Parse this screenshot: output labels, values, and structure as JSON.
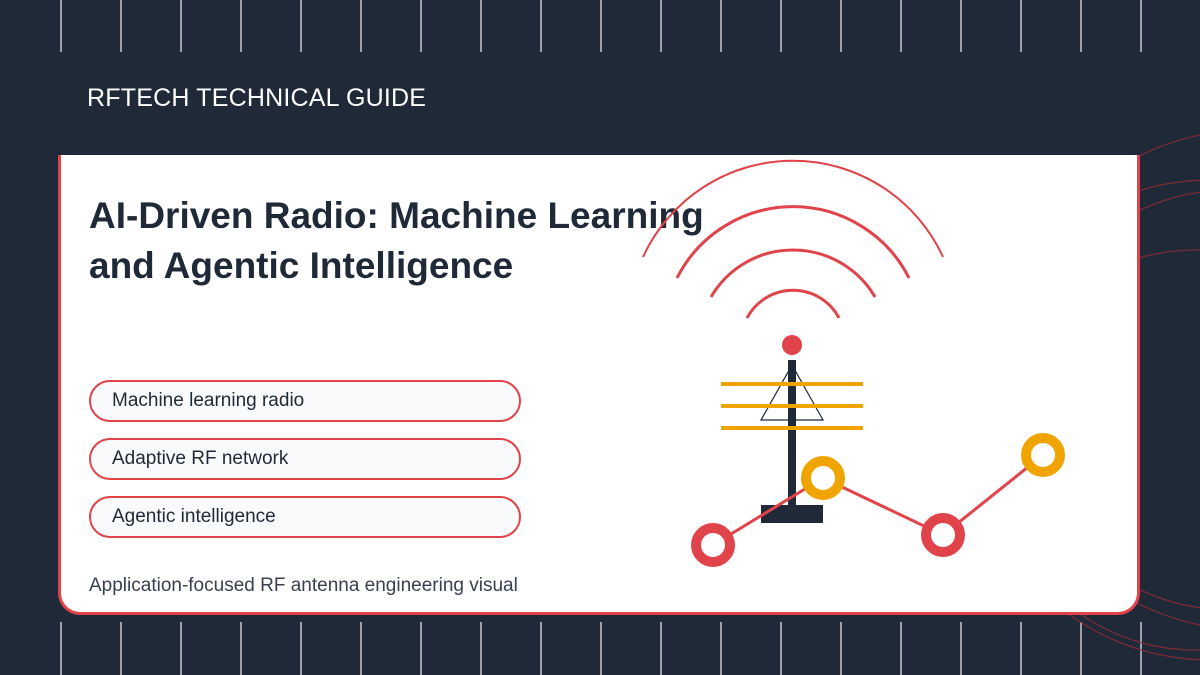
{
  "header": {
    "eyebrow": "RFTECH TECHNICAL GUIDE"
  },
  "hero": {
    "title_line1": "AI-Driven Radio: Machine Learning",
    "title_line2": "and Agentic Intelligence"
  },
  "features": [
    {
      "label": "Machine learning radio"
    },
    {
      "label": "Adaptive RF network"
    },
    {
      "label": "Agentic intelligence"
    }
  ],
  "caption": "Application-focused RF antenna engineering visual",
  "colors": {
    "background": "#1f2937",
    "accent_red": "#e0434a",
    "accent_amber": "#f0a400",
    "card": "#ffffff",
    "text_dark": "#1f2937"
  }
}
